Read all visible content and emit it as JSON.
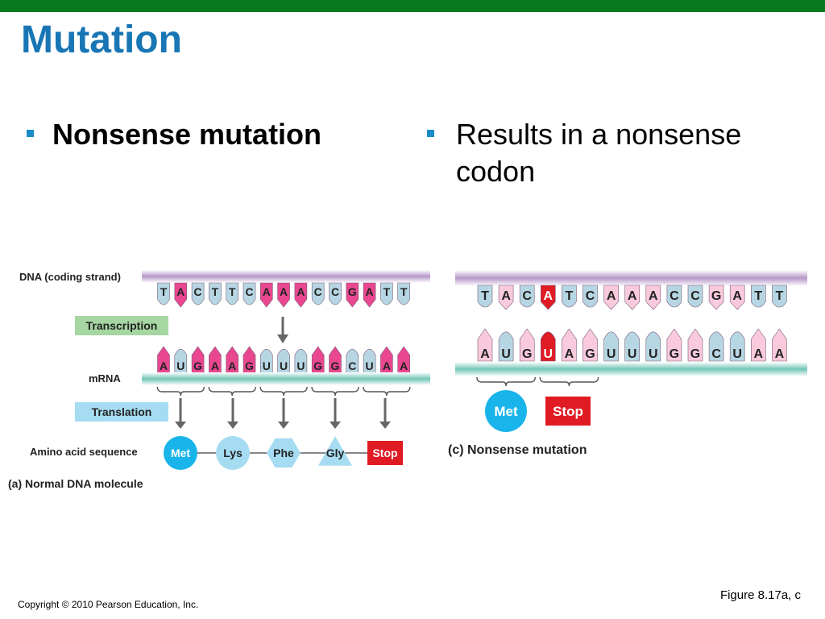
{
  "slide": {
    "title": "Mutation",
    "left_bullet": "Nonsense mutation",
    "right_bullet": "Results in a nonsense codon",
    "copyright": "Copyright © 2010 Pearson Education, Inc.",
    "figure_ref": "Figure 8.17a, c"
  },
  "colors": {
    "title_blue": "#1876b5",
    "top_bar_green": "#097a1d",
    "bullet_blue": "#1b8bc7",
    "purine_pink": "#e9478f",
    "light_pink": "#f9c9dc",
    "pyrimidine_blue": "#b7d6e3",
    "stop_red": "#e01b24",
    "met_blue": "#18b4ea",
    "aa_light_blue": "#a6dcf2",
    "label_green": "#a6d6a2",
    "label_blue": "#a6dcf2",
    "dna_strand_purple": "#b797c9",
    "mrna_strand_teal": "#73c6b8"
  },
  "panel_a": {
    "dna_label": "DNA (coding strand)",
    "transcription_label": "Transcription",
    "mrna_label": "mRNA",
    "translation_label": "Translation",
    "aa_label": "Amino acid sequence",
    "caption": "(a) Normal DNA molecule",
    "dna": [
      "T",
      "A",
      "C",
      "T",
      "T",
      "C",
      "A",
      "A",
      "A",
      "C",
      "C",
      "G",
      "A",
      "T",
      "T"
    ],
    "mrna": [
      "A",
      "U",
      "G",
      "A",
      "A",
      "G",
      "U",
      "U",
      "U",
      "G",
      "G",
      "C",
      "U",
      "A",
      "A"
    ],
    "amino_acids": [
      "Met",
      "Lys",
      "Phe",
      "Gly",
      "Stop"
    ]
  },
  "panel_c": {
    "caption": "(c) Nonsense mutation",
    "dna": [
      "T",
      "A",
      "C",
      "A",
      "T",
      "C",
      "A",
      "A",
      "A",
      "C",
      "C",
      "G",
      "A",
      "T",
      "T"
    ],
    "mrna": [
      "A",
      "U",
      "G",
      "U",
      "A",
      "G",
      "U",
      "U",
      "U",
      "G",
      "G",
      "C",
      "U",
      "A",
      "A"
    ],
    "mutated_index": 3,
    "amino_acids": [
      "Met",
      "Stop"
    ]
  }
}
